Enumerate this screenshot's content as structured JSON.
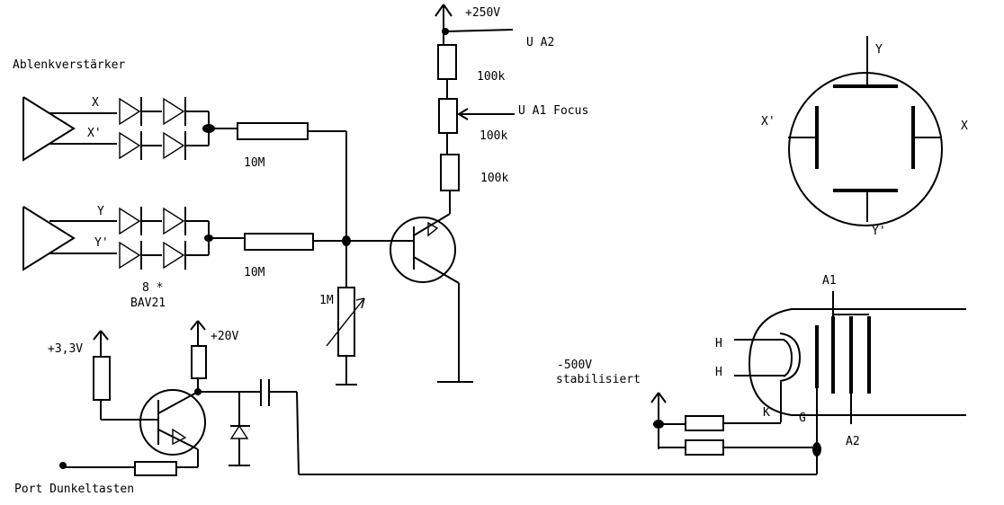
{
  "labels": {
    "ablenk": "Ablenkverstärker",
    "x": "X",
    "x_prime": "X'",
    "y": "Y",
    "y_prime": "Y'",
    "r1": "10M",
    "r2": "10M",
    "diode_count": "8 *",
    "diode_type": "BAV21",
    "supply_250": "+250V",
    "ua2": "U A2",
    "r_top": "100k",
    "ua1": "U A1 Focus",
    "r_mid": "100k",
    "r_bot": "100k",
    "pot": "1M",
    "supply_33": "+3,3V",
    "supply_20": "+20V",
    "port": "Port Dunkeltasten",
    "neg500": "-500V",
    "stabilisiert": "stabilisiert",
    "crt_y": "Y",
    "crt_x_prime": "X'",
    "crt_x": "X",
    "crt_y_prime": "Y'",
    "a1": "A1",
    "a2": "A2",
    "h1": "H",
    "h2": "H",
    "k": "K",
    "g": "G"
  }
}
